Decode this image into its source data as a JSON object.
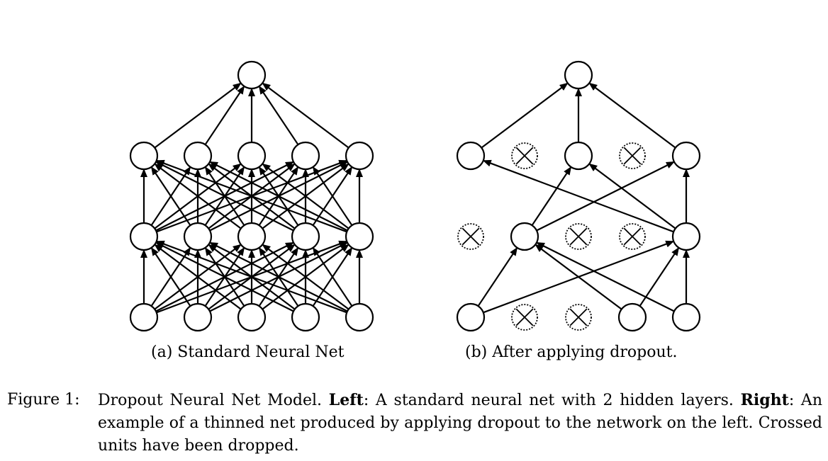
{
  "subfigures": {
    "a": {
      "caption": "(a) Standard Neural Net",
      "layers": [
        {
          "units": [
            {
              "dropped": false
            },
            {
              "dropped": false
            },
            {
              "dropped": false
            },
            {
              "dropped": false
            },
            {
              "dropped": false
            }
          ]
        },
        {
          "units": [
            {
              "dropped": false
            },
            {
              "dropped": false
            },
            {
              "dropped": false
            },
            {
              "dropped": false
            },
            {
              "dropped": false
            }
          ]
        },
        {
          "units": [
            {
              "dropped": false
            },
            {
              "dropped": false
            },
            {
              "dropped": false
            },
            {
              "dropped": false
            },
            {
              "dropped": false
            }
          ]
        },
        {
          "units": [
            {
              "dropped": false
            }
          ]
        }
      ],
      "fully_connected": true,
      "connections": []
    },
    "b": {
      "caption": "(b) After applying dropout.",
      "layers": [
        {
          "units": [
            {
              "dropped": false
            },
            {
              "dropped": true
            },
            {
              "dropped": true
            },
            {
              "dropped": false
            },
            {
              "dropped": false
            }
          ]
        },
        {
          "units": [
            {
              "dropped": true
            },
            {
              "dropped": false
            },
            {
              "dropped": true
            },
            {
              "dropped": true
            },
            {
              "dropped": false
            }
          ]
        },
        {
          "units": [
            {
              "dropped": false
            },
            {
              "dropped": true
            },
            {
              "dropped": false
            },
            {
              "dropped": true
            },
            {
              "dropped": false
            }
          ]
        },
        {
          "units": [
            {
              "dropped": false
            }
          ]
        }
      ],
      "fully_connected": false,
      "connections": [
        [
          0,
          0,
          1,
          1
        ],
        [
          0,
          0,
          1,
          4
        ],
        [
          0,
          3,
          1,
          1
        ],
        [
          0,
          3,
          1,
          4
        ],
        [
          0,
          4,
          1,
          1
        ],
        [
          0,
          4,
          1,
          4
        ],
        [
          1,
          1,
          2,
          2
        ],
        [
          1,
          1,
          2,
          4
        ],
        [
          1,
          4,
          2,
          0
        ],
        [
          1,
          4,
          2,
          2
        ],
        [
          1,
          4,
          2,
          4
        ],
        [
          2,
          0,
          3,
          0
        ],
        [
          2,
          2,
          3,
          0
        ],
        [
          2,
          4,
          3,
          0
        ]
      ]
    }
  },
  "figure_caption": {
    "label": "Figure 1:",
    "text_1": "Dropout Neural Net Model. ",
    "bold_1": "Left",
    "text_2": ": A standard neural net with 2 hidden layers. ",
    "bold_2": "Right",
    "text_3": ": An example of a thinned net produced by applying dropout to the network on the left. Crossed units have been dropped."
  }
}
